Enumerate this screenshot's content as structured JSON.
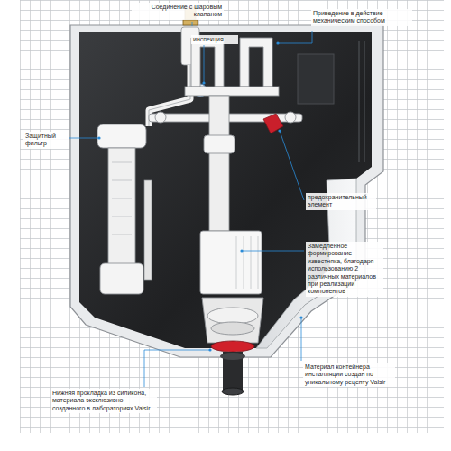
{
  "diagram": {
    "labels": [
      "Соединение с шаровым клапаном",
      "Приведение в действие механическим способом",
      "инспекция",
      "Защитный фильтр",
      "предохранительный элемент",
      "Замедленное формирование известняка, благодаря использованию 2 различных материалов при реализации компонентов",
      "Материал контейнера инсталляции создан по уникальному рецепту Valsir",
      "Нижняя прокладка из силикона, материала эксклюзивно созданного в лабораториях Valsir"
    ]
  }
}
